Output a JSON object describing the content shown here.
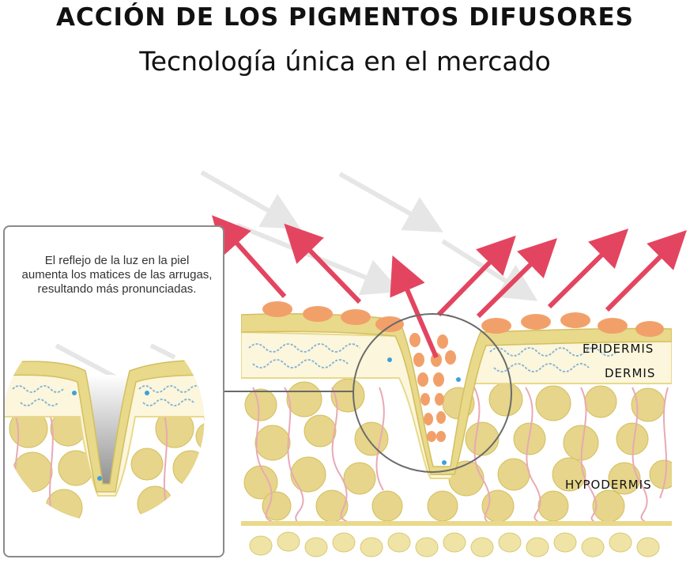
{
  "header": {
    "title": "ACCIÓN DE LOS PIGMENTOS DIFUSORES",
    "subtitle": "Tecnología única en el mercado"
  },
  "callout": {
    "text": "El reflejo de la luz en la piel aumenta los matices de las arrugas, resultando más pronunciadas."
  },
  "layers": {
    "epidermis": "EPIDERMIS",
    "dermis": "DERMIS",
    "hypodermis": "HYPODERMIS"
  },
  "colors": {
    "incoming_light": "#e6e6e6",
    "reflected_light": "#e34560",
    "pigment": "#f2a06a",
    "epidermis": "#e9d98a",
    "dermis": "#fbf6dc",
    "fat_cell": "#e6d58a",
    "fiber": "#e9a9b5",
    "nerve": "#7fb0d6"
  }
}
